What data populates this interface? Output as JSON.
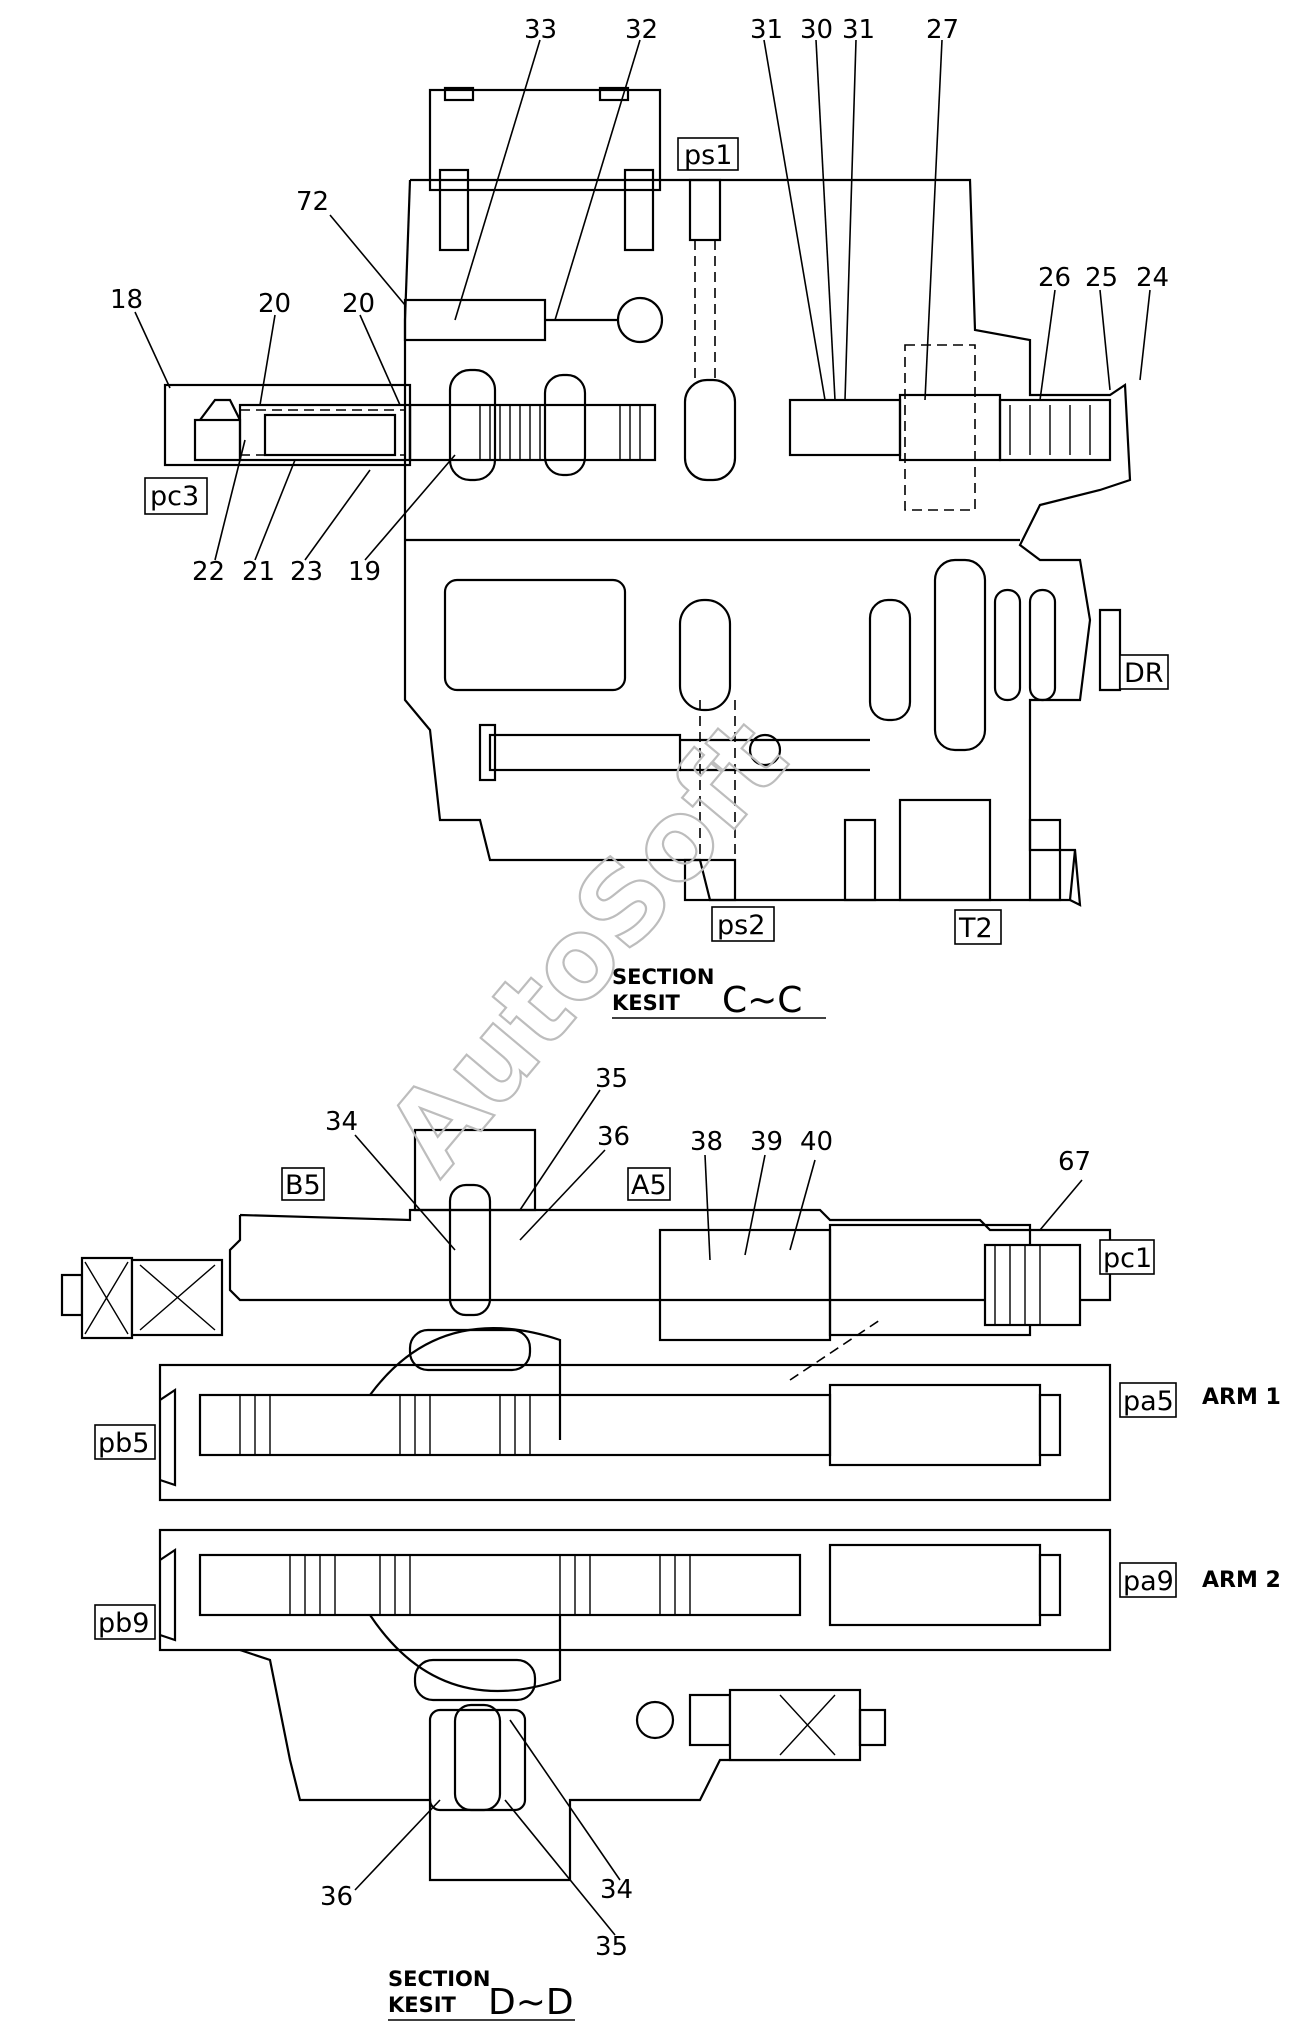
{
  "section_cc": {
    "title_line1": "SECTION",
    "title_line2": "KESIT",
    "label": "C~C",
    "callouts": [
      "33",
      "32",
      "31",
      "30",
      "31",
      "27",
      "72",
      "26",
      "25",
      "24",
      "18",
      "20",
      "20",
      "22",
      "21",
      "23",
      "19"
    ],
    "ports": [
      "ps1",
      "pc3",
      "DR",
      "ps2",
      "T2"
    ]
  },
  "section_dd": {
    "title_line1": "SECTION",
    "title_line2": "KESIT",
    "label": "D~D",
    "callouts": [
      "35",
      "34",
      "36",
      "38",
      "39",
      "40",
      "67",
      "36",
      "34",
      "35"
    ],
    "ports": [
      "B5",
      "A5",
      "pc1",
      "pa5",
      "pb5",
      "pa9",
      "pb9"
    ],
    "arm_labels": [
      "ARM 1",
      "ARM 2"
    ]
  },
  "watermark": "AutoSoft"
}
